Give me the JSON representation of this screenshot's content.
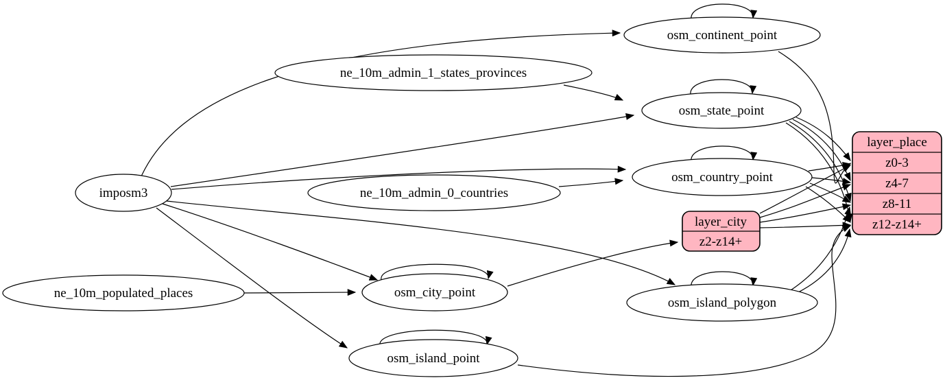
{
  "diagram": {
    "type": "etl-graph",
    "colors": {
      "background": "#ffffff",
      "node_fill": "#ffffff",
      "record_fill": "#ffb6c1",
      "stroke": "#000000"
    },
    "nodes": {
      "imposm3": {
        "label": "imposm3"
      },
      "ne_10m_admin_1_states_provinces": {
        "label": "ne_10m_admin_1_states_provinces"
      },
      "ne_10m_admin_0_countries": {
        "label": "ne_10m_admin_0_countries"
      },
      "ne_10m_populated_places": {
        "label": "ne_10m_populated_places"
      },
      "osm_continent_point": {
        "label": "osm_continent_point"
      },
      "osm_state_point": {
        "label": "osm_state_point"
      },
      "osm_country_point": {
        "label": "osm_country_point"
      },
      "osm_city_point": {
        "label": "osm_city_point"
      },
      "osm_island_polygon": {
        "label": "osm_island_polygon"
      },
      "osm_island_point": {
        "label": "osm_island_point"
      },
      "layer_city": {
        "title": "layer_city",
        "rows": [
          "z2-z14+"
        ]
      },
      "layer_place": {
        "title": "layer_place",
        "rows": [
          "z0-3",
          "z4-7",
          "z8-11",
          "z12-z14+"
        ]
      }
    },
    "edges": [
      {
        "from": "imposm3",
        "to": "osm_continent_point"
      },
      {
        "from": "imposm3",
        "to": "osm_state_point"
      },
      {
        "from": "imposm3",
        "to": "osm_country_point"
      },
      {
        "from": "imposm3",
        "to": "osm_city_point"
      },
      {
        "from": "imposm3",
        "to": "osm_island_polygon"
      },
      {
        "from": "imposm3",
        "to": "osm_island_point"
      },
      {
        "from": "ne_10m_admin_1_states_provinces",
        "to": "osm_state_point"
      },
      {
        "from": "ne_10m_admin_0_countries",
        "to": "osm_country_point"
      },
      {
        "from": "ne_10m_populated_places",
        "to": "osm_city_point"
      },
      {
        "from": "osm_continent_point",
        "to": "osm_continent_point"
      },
      {
        "from": "osm_state_point",
        "to": "osm_state_point"
      },
      {
        "from": "osm_country_point",
        "to": "osm_country_point"
      },
      {
        "from": "osm_city_point",
        "to": "osm_city_point"
      },
      {
        "from": "osm_island_polygon",
        "to": "osm_island_polygon"
      },
      {
        "from": "osm_island_point",
        "to": "osm_island_point"
      },
      {
        "from": "osm_city_point",
        "to": "layer_city:z2-z14+"
      },
      {
        "from": "osm_continent_point",
        "to": "layer_place:z0-3"
      },
      {
        "from": "osm_state_point",
        "to": "layer_place:z0-3"
      },
      {
        "from": "osm_state_point",
        "to": "layer_place:z4-7"
      },
      {
        "from": "osm_state_point",
        "to": "layer_place:z8-11"
      },
      {
        "from": "osm_state_point",
        "to": "layer_place:z12-z14+"
      },
      {
        "from": "osm_country_point",
        "to": "layer_place:z0-3"
      },
      {
        "from": "osm_country_point",
        "to": "layer_place:z4-7"
      },
      {
        "from": "osm_country_point",
        "to": "layer_place:z8-11"
      },
      {
        "from": "osm_country_point",
        "to": "layer_place:z12-z14+"
      },
      {
        "from": "layer_city",
        "to": "layer_place:z0-3"
      },
      {
        "from": "layer_city",
        "to": "layer_place:z4-7"
      },
      {
        "from": "layer_city",
        "to": "layer_place:z8-11"
      },
      {
        "from": "layer_city",
        "to": "layer_place:z12-z14+"
      },
      {
        "from": "osm_island_polygon",
        "to": "layer_place:z8-11"
      },
      {
        "from": "osm_island_polygon",
        "to": "layer_place:z12-z14+"
      },
      {
        "from": "osm_island_point",
        "to": "layer_place:z12-z14+"
      }
    ]
  }
}
